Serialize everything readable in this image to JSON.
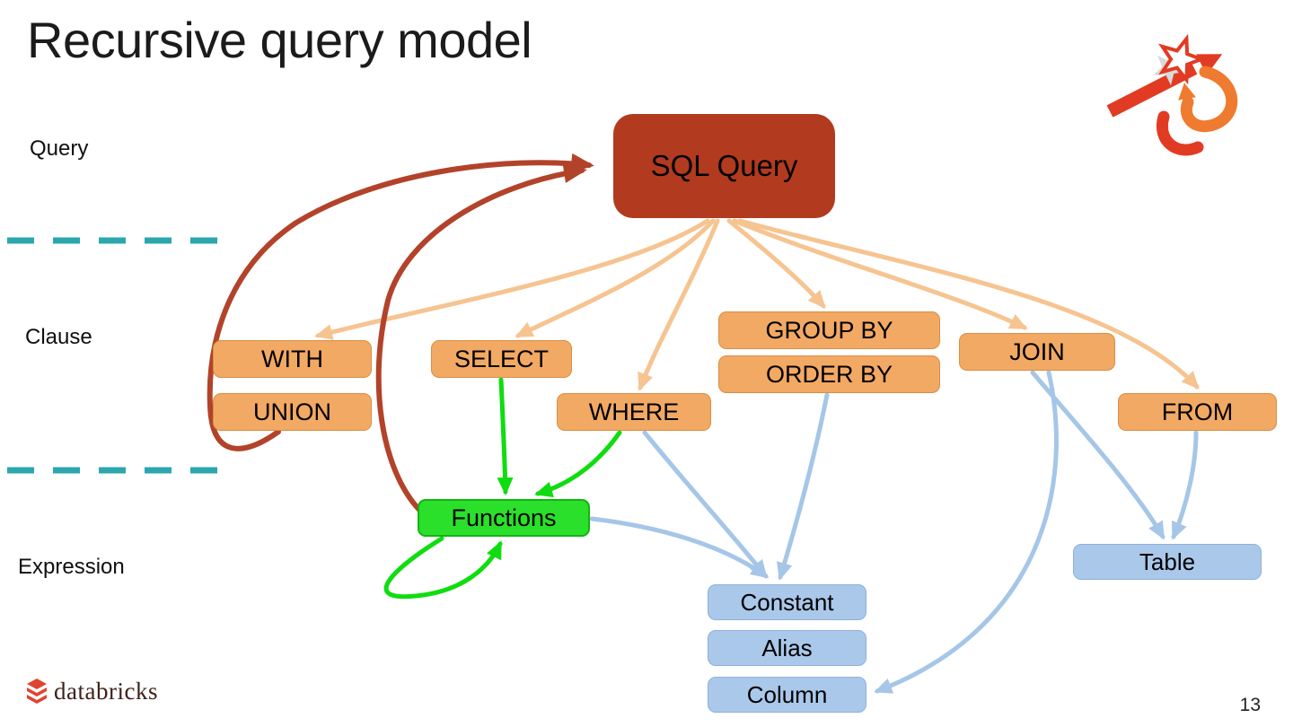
{
  "slide": {
    "title": "Recursive query model",
    "page_number": "13"
  },
  "footer": {
    "brand": "databricks"
  },
  "icons": {
    "header_logo": "spark-summit-star-arrows-logo",
    "footer_logo": "databricks-stack-icon"
  },
  "rows": [
    {
      "label": "Query"
    },
    {
      "label": "Clause"
    },
    {
      "label": "Expression"
    }
  ],
  "nodes": [
    {
      "id": "sql-query",
      "label": "SQL Query",
      "category": "root"
    },
    {
      "id": "with",
      "label": "WITH",
      "category": "clause"
    },
    {
      "id": "union",
      "label": "UNION",
      "category": "clause"
    },
    {
      "id": "select",
      "label": "SELECT",
      "category": "clause"
    },
    {
      "id": "where",
      "label": "WHERE",
      "category": "clause"
    },
    {
      "id": "group-by",
      "label": "GROUP BY",
      "category": "clause"
    },
    {
      "id": "order-by",
      "label": "ORDER BY",
      "category": "clause"
    },
    {
      "id": "join",
      "label": "JOIN",
      "category": "clause"
    },
    {
      "id": "from",
      "label": "FROM",
      "category": "clause"
    },
    {
      "id": "functions",
      "label": "Functions",
      "category": "function"
    },
    {
      "id": "table",
      "label": "Table",
      "category": "expression"
    },
    {
      "id": "constant",
      "label": "Constant",
      "category": "expression"
    },
    {
      "id": "alias",
      "label": "Alias",
      "category": "expression"
    },
    {
      "id": "column",
      "label": "Column",
      "category": "expression"
    }
  ],
  "edges": [
    {
      "from": "sql-query",
      "to": "with",
      "color": "light-orange"
    },
    {
      "from": "sql-query",
      "to": "select",
      "color": "light-orange"
    },
    {
      "from": "sql-query",
      "to": "where",
      "color": "light-orange"
    },
    {
      "from": "sql-query",
      "to": "group-by",
      "color": "light-orange"
    },
    {
      "from": "sql-query",
      "to": "join",
      "color": "light-orange"
    },
    {
      "from": "sql-query",
      "to": "from",
      "color": "light-orange"
    },
    {
      "from": "union",
      "to": "sql-query",
      "color": "dark-red"
    },
    {
      "from": "functions",
      "to": "sql-query",
      "color": "dark-red"
    },
    {
      "from": "select",
      "to": "functions",
      "color": "green"
    },
    {
      "from": "where",
      "to": "functions",
      "color": "green"
    },
    {
      "from": "functions",
      "to": "functions",
      "color": "green"
    },
    {
      "from": "functions",
      "to": "constant",
      "color": "blue"
    },
    {
      "from": "where",
      "to": "constant",
      "color": "blue"
    },
    {
      "from": "order-by",
      "to": "constant",
      "color": "blue"
    },
    {
      "from": "join",
      "to": "table",
      "color": "blue"
    },
    {
      "from": "from",
      "to": "table",
      "color": "blue"
    },
    {
      "from": "join",
      "to": "column",
      "color": "blue"
    }
  ],
  "colors": {
    "root_fill": "#b23b1f",
    "clause_fill": "#f2a964",
    "function_fill": "#2ae02a",
    "expression_fill": "#aac8ea",
    "arrow_light_orange": "#f6c491",
    "arrow_dark_red": "#b2432a",
    "arrow_green": "#0fdd0f",
    "arrow_blue": "#a6c6e8",
    "divider_teal": "#2ba7ad"
  }
}
